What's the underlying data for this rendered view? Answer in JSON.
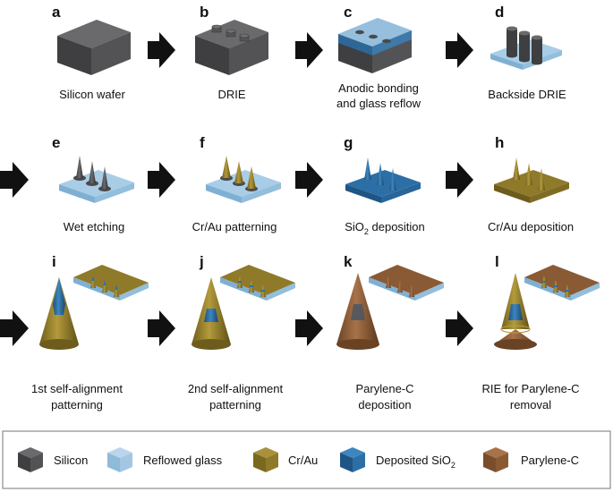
{
  "colors": {
    "silicon": "#4d4d4f",
    "glass": "#8fbad9",
    "crau": "#8f7a2a",
    "sio2": "#2c6fa6",
    "parylene": "#8a5a35",
    "arrow": "#111111"
  },
  "panels": [
    {
      "letter": "a",
      "caption": [
        "Silicon wafer"
      ]
    },
    {
      "letter": "b",
      "caption": [
        "DRIE"
      ]
    },
    {
      "letter": "c",
      "caption": [
        "Anodic bonding",
        "and glass reflow"
      ]
    },
    {
      "letter": "d",
      "caption": [
        "Backside DRIE"
      ]
    },
    {
      "letter": "e",
      "caption": [
        "Wet etching"
      ]
    },
    {
      "letter": "f",
      "caption": [
        "Cr/Au patterning"
      ]
    },
    {
      "letter": "g",
      "caption": [
        "SiO",
        "2",
        " deposition"
      ]
    },
    {
      "letter": "h",
      "caption": [
        "Cr/Au deposition"
      ]
    },
    {
      "letter": "i",
      "caption": [
        "1st self-alignment",
        "patterning"
      ]
    },
    {
      "letter": "j",
      "caption": [
        "2nd self-alignment",
        "patterning"
      ]
    },
    {
      "letter": "k",
      "caption": [
        "Parylene-C",
        "deposition"
      ]
    },
    {
      "letter": "l",
      "caption": [
        "RIE for Parylene-C",
        "removal"
      ]
    }
  ],
  "legend": [
    {
      "label": "Silicon",
      "material": "silicon"
    },
    {
      "label": "Reflowed glass",
      "material": "glass"
    },
    {
      "label": "Cr/Au",
      "material": "crau"
    },
    {
      "label": "Deposited SiO",
      "sub": "2",
      "material": "sio2"
    },
    {
      "label": "Parylene-C",
      "material": "parylene"
    }
  ]
}
